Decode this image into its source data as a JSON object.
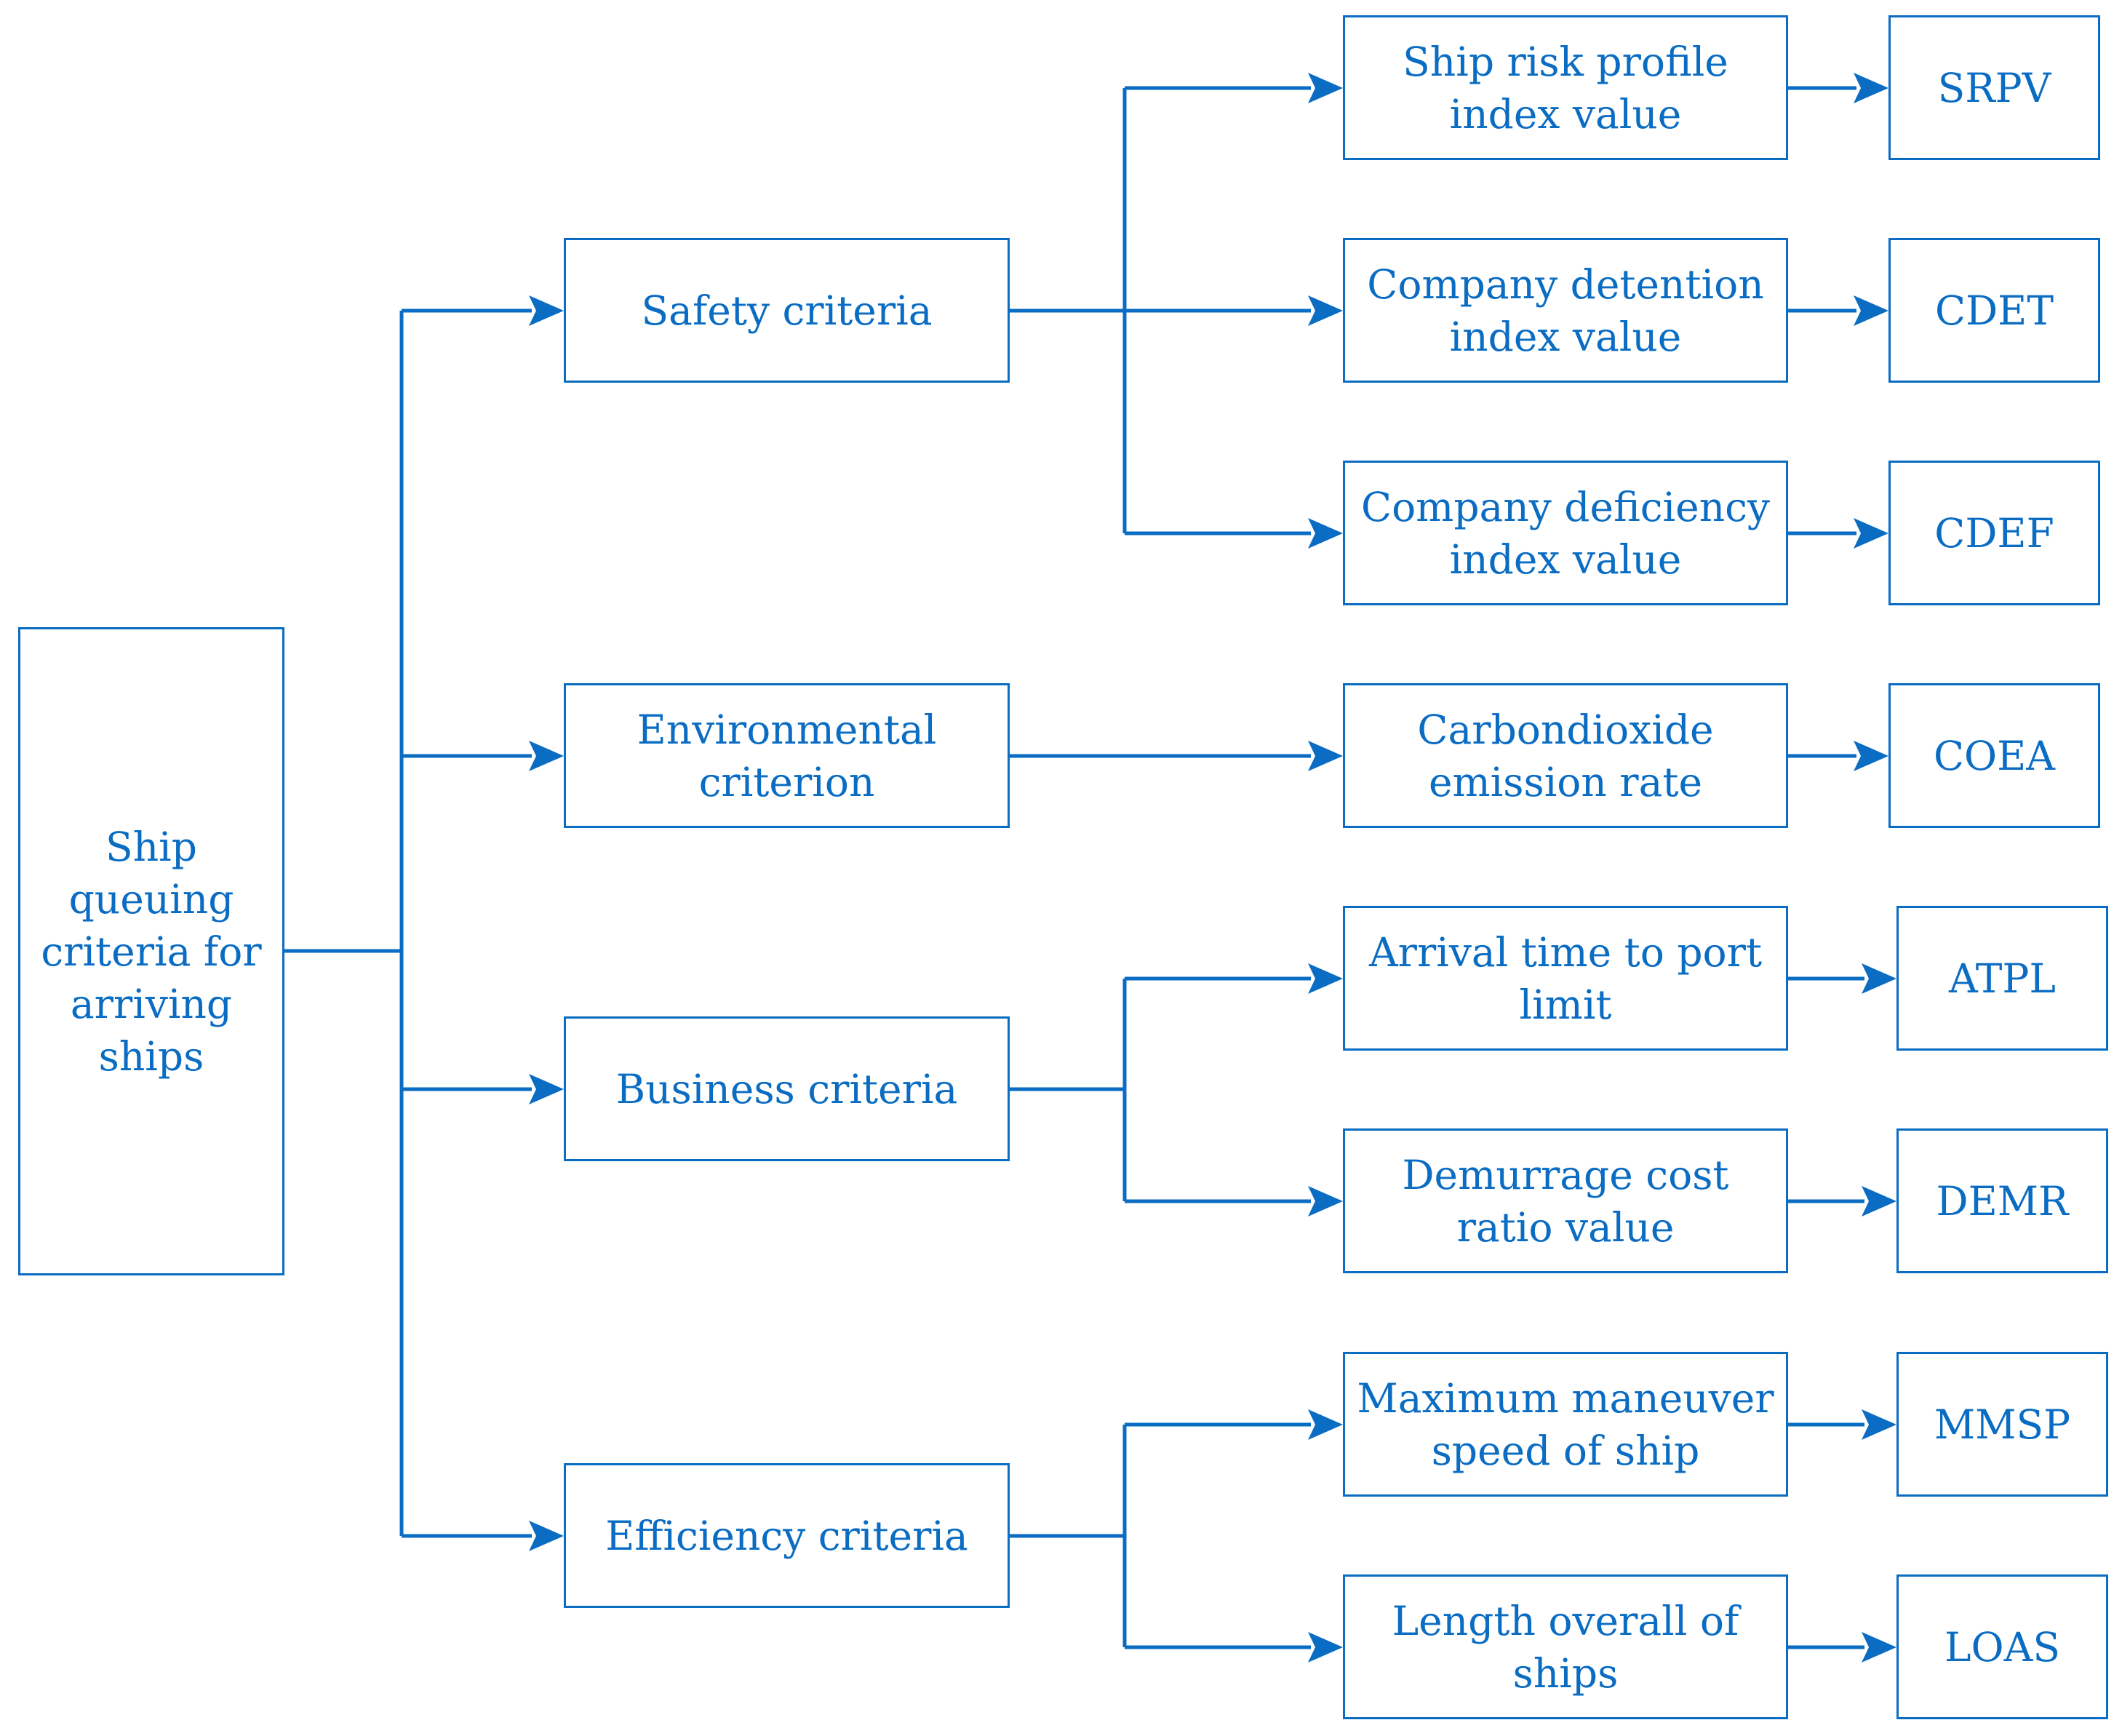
{
  "diagram": {
    "line_color": "#0a6cc2",
    "root": {
      "label": "Ship queuing criteria for arriving ships"
    },
    "criteria": [
      {
        "label": "Safety criteria",
        "indicators": [
          {
            "label": "Ship risk profile index value",
            "code": "SRPV"
          },
          {
            "label": "Company detention index value",
            "code": "CDET"
          },
          {
            "label": "Company deficiency index value",
            "code": "CDEF"
          }
        ]
      },
      {
        "label": "Environmental criterion",
        "indicators": [
          {
            "label": "Carbondioxide emission rate",
            "code": "COEA"
          }
        ]
      },
      {
        "label": "Business criteria",
        "indicators": [
          {
            "label": "Arrival time to port limit",
            "code": "ATPL"
          },
          {
            "label": "Demurrage cost ratio value",
            "code": "DEMR"
          }
        ]
      },
      {
        "label": "Efficiency criteria",
        "indicators": [
          {
            "label": "Maximum maneuver speed of ship",
            "code": "MMSP"
          },
          {
            "label": "Length overall of ships",
            "code": "LOAS"
          }
        ]
      }
    ]
  }
}
